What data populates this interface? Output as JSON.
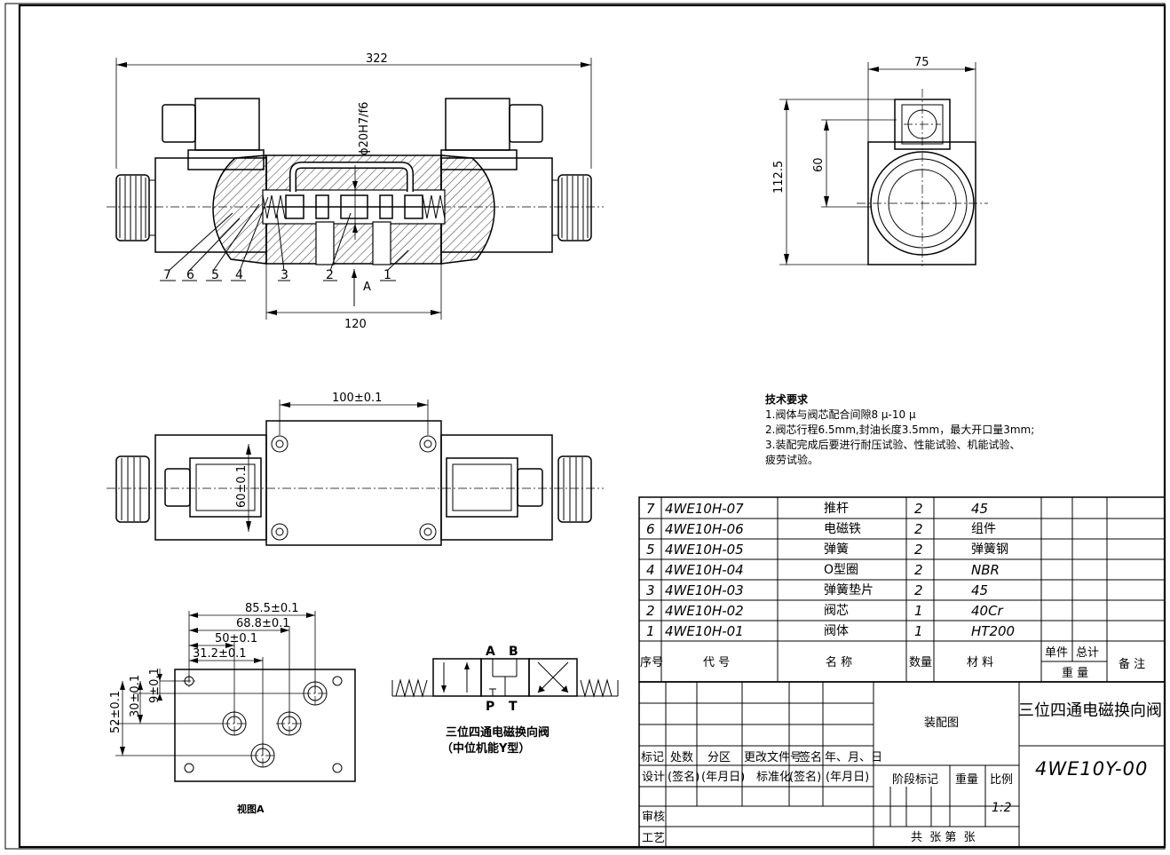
{
  "dimensions": {
    "overall_length": "322",
    "bore_fit": "ϕ20H7/f6",
    "body_length": "120",
    "side_width": "75",
    "side_height": "112.5",
    "side_coil": "60",
    "bolt_spacing_x": "100±0.1",
    "bolt_spacing_y": "60±0.1",
    "port_85": "85.5±0.1",
    "port_68": "68.8±0.1",
    "port_50": "50±0.1",
    "port_31": "31.2±0.1",
    "port_9": "9±0.1",
    "port_30": "30±0.1",
    "port_52": "52±0.1"
  },
  "section_labels": [
    "7",
    "6",
    "5",
    "4",
    "3",
    "2",
    "1"
  ],
  "view_arrow": "A",
  "view_a_title": "视图A",
  "symbol": {
    "port_a": "A",
    "port_b": "B",
    "port_p": "P",
    "port_t": "T",
    "caption_1": "三位四通电磁换向阀",
    "caption_2": "（中位机能Y型）"
  },
  "tech": {
    "title": "技术要求",
    "line1": "1.阀体与阀芯配合间隙8 μ-10 μ",
    "line2": "2.阀芯行程6.5mm,封油长度3.5mm，最大开口量3mm;",
    "line3": "3.装配完成后要进行耐压试验、性能试验、机能试验、",
    "line4": "疲劳试验。"
  },
  "bom": [
    {
      "no": "7",
      "code": "4WE10H-07",
      "name": "推杆",
      "qty": "2",
      "material": "45"
    },
    {
      "no": "6",
      "code": "4WE10H-06",
      "name": "电磁铁",
      "qty": "2",
      "material": "组件"
    },
    {
      "no": "5",
      "code": "4WE10H-05",
      "name": "弹簧",
      "qty": "2",
      "material": "弹簧钢"
    },
    {
      "no": "4",
      "code": "4WE10H-04",
      "name": "O型圈",
      "qty": "2",
      "material": "NBR"
    },
    {
      "no": "3",
      "code": "4WE10H-03",
      "name": "弹簧垫片",
      "qty": "2",
      "material": "45"
    },
    {
      "no": "2",
      "code": "4WE10H-02",
      "name": "阀芯",
      "qty": "1",
      "material": "40Cr"
    },
    {
      "no": "1",
      "code": "4WE10H-01",
      "name": "阀体",
      "qty": "1",
      "material": "HT200"
    }
  ],
  "bom_header": {
    "no": "序号",
    "code": "代 号",
    "name": "名 称",
    "qty": "数量",
    "material": "材 料",
    "unit": "单件",
    "total": "总计",
    "weight": "重 量",
    "remark": "备 注"
  },
  "title_block": {
    "drawing_type": "装配图",
    "product_name": "三位四通电磁换向阀",
    "drawing_no": "4WE10Y-00",
    "scale": "1:2",
    "stage_mark": "阶段标记",
    "weight": "重量",
    "scale_label": "比例",
    "sheets": "共  张 第  张",
    "rev_row": [
      "标记",
      "处数",
      "分区",
      "更改文件号",
      "签名",
      "年、月、日"
    ],
    "design_row": [
      "设计",
      "(签名)",
      "(年月日)",
      "标准化",
      "(签名)",
      "(年月日)"
    ],
    "review": "审核",
    "process": "工艺"
  }
}
